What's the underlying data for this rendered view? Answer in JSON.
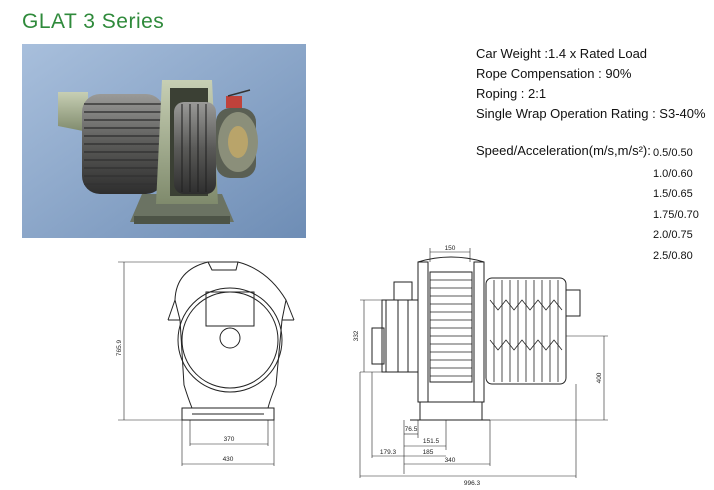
{
  "title": "GLAT 3 Series",
  "specs": [
    "Car Weight :1.4 x Rated Load",
    "Rope Compensation : 90%",
    "Roping : 2:1",
    "Single Wrap Operation Rating : S3-40%"
  ],
  "speed_label": "Speed/Acceleration(m/s,m/s²):",
  "speed_values": [
    "0.5/0.50",
    "1.0/0.60",
    "1.5/0.65",
    "1.75/0.70",
    "2.0/0.75",
    "2.5/0.80"
  ],
  "front_view_dims": {
    "height": "765.9",
    "inner_width": "370",
    "outer_width": "430"
  },
  "side_view_dims": {
    "top": "150",
    "left_height": "332",
    "right_height": "400",
    "d1": "76.5",
    "d2": "151.5",
    "d3": "179.3",
    "d4": "185",
    "d5": "340",
    "total": "996.3"
  },
  "colors": {
    "title": "#2f8a3b",
    "photo_bg": "#8aa6c8",
    "line": "#222222"
  }
}
